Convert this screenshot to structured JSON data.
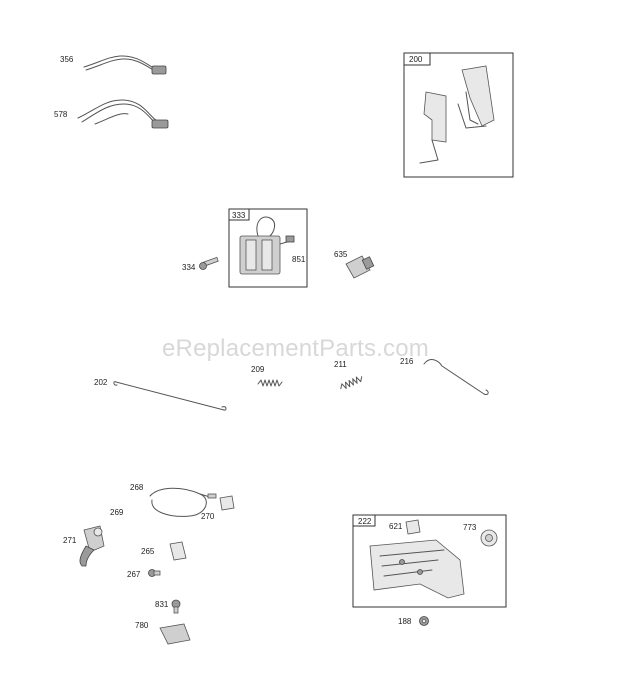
{
  "watermark": "eReplacementParts.com",
  "parts": {
    "p356": "356",
    "p578": "578",
    "p200": "200",
    "p333": "333",
    "p334": "334",
    "p851": "851",
    "p635": "635",
    "p202": "202",
    "p209": "209",
    "p211": "211",
    "p216": "216",
    "p268": "268",
    "p269": "269",
    "p270": "270",
    "p271": "271",
    "p265": "265",
    "p267": "267",
    "p831": "831",
    "p780": "780",
    "p222": "222",
    "p621": "621",
    "p773": "773",
    "p188": "188"
  }
}
